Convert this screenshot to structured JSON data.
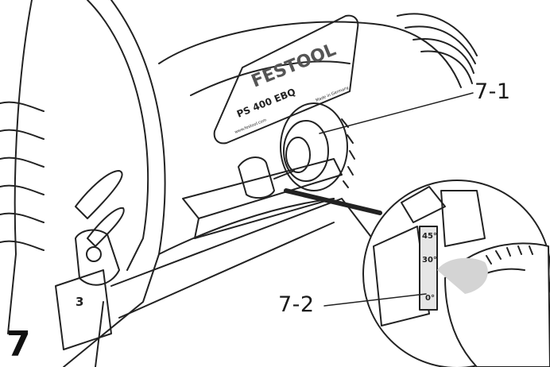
{
  "figure": {
    "number": "7",
    "callouts": [
      {
        "id": "7-1",
        "label": "7-1"
      },
      {
        "id": "7-2",
        "label": "7-2"
      }
    ]
  },
  "device": {
    "brand": "FESTOOL",
    "model": "PS 400 EBQ",
    "origin": "Made in Germany",
    "website": "www.festool.com",
    "base_mark": "3"
  },
  "scale": {
    "marks": [
      "45°",
      "30°",
      "0°"
    ]
  }
}
